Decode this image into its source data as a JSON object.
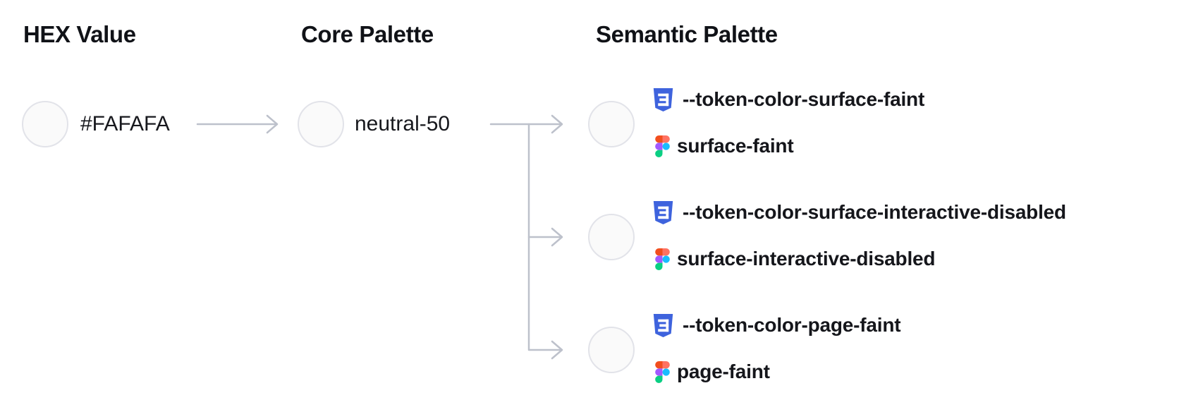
{
  "headers": {
    "hex": "HEX Value",
    "core": "Core Palette",
    "semantic": "Semantic Palette"
  },
  "hex_node": {
    "label": "#FAFAFA",
    "swatch_color": "#FAFAFA"
  },
  "core_node": {
    "label": "neutral-50",
    "swatch_color": "#FAFAFA"
  },
  "semantic_nodes": [
    {
      "css_token": "--token-color-surface-faint",
      "figma_token": "surface-faint",
      "swatch_color": "#FAFAFA"
    },
    {
      "css_token": "--token-color-surface-interactive-disabled",
      "figma_token": "surface-interactive-disabled",
      "swatch_color": "#FAFAFA"
    },
    {
      "css_token": "--token-color-page-faint",
      "figma_token": "page-faint",
      "swatch_color": "#FAFAFA"
    }
  ],
  "icons": {
    "css": "css3-shield-icon",
    "figma": "figma-logo-icon"
  },
  "colors": {
    "background": "#FFFFFF",
    "swatch_fill": "#FAFAFA",
    "swatch_border": "#E2E3E9",
    "connector": "#BDC1CB",
    "text_primary": "#15161B",
    "css_icon_blue": "#3E63DD",
    "figma_red": "#F24E1E",
    "figma_salmon": "#FF7262",
    "figma_purple": "#A259FF",
    "figma_blue": "#1ABCFE",
    "figma_green": "#0ACF83"
  }
}
